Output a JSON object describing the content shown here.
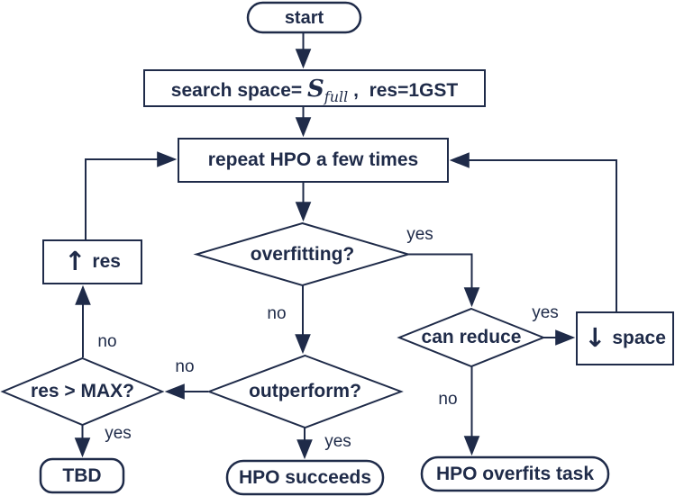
{
  "colors": {
    "ink": "#1f2b49",
    "background": "#ffffff"
  },
  "nodes": {
    "start": {
      "label": "start"
    },
    "init": {
      "prefix": "search space= ",
      "symbol": "S",
      "subscript": "full",
      "suffix": " ,  res=1GST"
    },
    "repeat": {
      "label": "repeat HPO a few times"
    },
    "overfitting": {
      "label": "overfitting?"
    },
    "can_reduce": {
      "label": "can reduce"
    },
    "dec_space": {
      "arrow": "↓",
      "label": "space"
    },
    "inc_res": {
      "arrow": "↑",
      "label": "res"
    },
    "res_max": {
      "label": "res > MAX?"
    },
    "outperform": {
      "label": "outperform?"
    },
    "tbd": {
      "label": "TBD"
    },
    "hpo_succeeds": {
      "label": "HPO succeeds"
    },
    "hpo_overfits": {
      "label": "HPO overfits task"
    }
  },
  "edge_labels": {
    "overfitting_yes": "yes",
    "overfitting_no": "no",
    "can_reduce_yes": "yes",
    "can_reduce_no": "no",
    "outperform_yes": "yes",
    "outperform_no": "no",
    "res_max_yes": "yes",
    "res_max_no": "no"
  }
}
